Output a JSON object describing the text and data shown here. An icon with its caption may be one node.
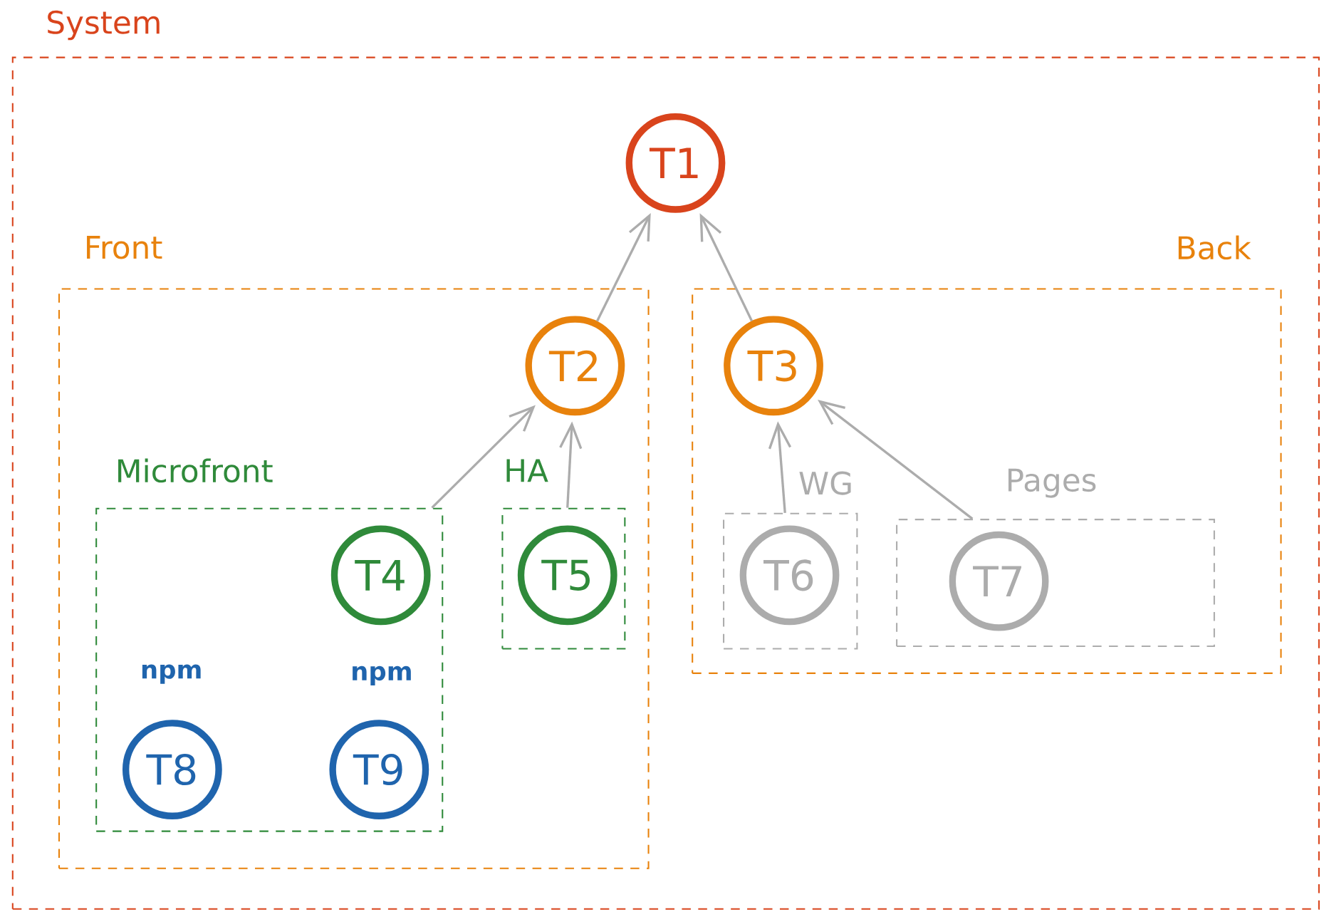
{
  "diagram": {
    "nodes": [
      {
        "text": [
          "System"
        ]
      },
      {
        "text": [
          "Front"
        ],
        "in": 0
      },
      {
        "text": [
          "Back"
        ],
        "in": 0
      },
      {
        "text": [
          "Microfront"
        ],
        "in": 1
      },
      {
        "text": [
          "HA"
        ],
        "in": 1
      },
      {
        "text": [
          "WG"
        ],
        "in": 2
      },
      {
        "text": [
          "Pages"
        ],
        "in": 2
      },
      {
        "text": [
          "T1"
        ],
        "in": 0
      },
      {
        "text": [
          "T2"
        ],
        "in": 1
      },
      {
        "text": [
          "T3"
        ],
        "in": 2
      },
      {
        "text": [
          "T4"
        ],
        "in": 3
      },
      {
        "text": [
          "T5"
        ],
        "in": 4
      },
      {
        "text": [
          "T6"
        ],
        "in": 5
      },
      {
        "text": [
          "T7"
        ],
        "in": 6
      },
      {
        "text": [
          "T8"
        ],
        "in": 3,
        "beside": [
          "npm"
        ]
      },
      {
        "text": [
          "T9"
        ],
        "in": 3,
        "beside": [
          "npm"
        ]
      }
    ],
    "edges": [
      {
        "from": 8,
        "to": 7,
        "arrow": "to"
      },
      {
        "from": 9,
        "to": 7,
        "arrow": "to"
      },
      {
        "from": 3,
        "to": 8,
        "arrow": "to"
      },
      {
        "from": 4,
        "to": 8,
        "arrow": "to"
      },
      {
        "from": 5,
        "to": 9,
        "arrow": "to"
      },
      {
        "from": 6,
        "to": 9,
        "arrow": "to"
      }
    ]
  }
}
